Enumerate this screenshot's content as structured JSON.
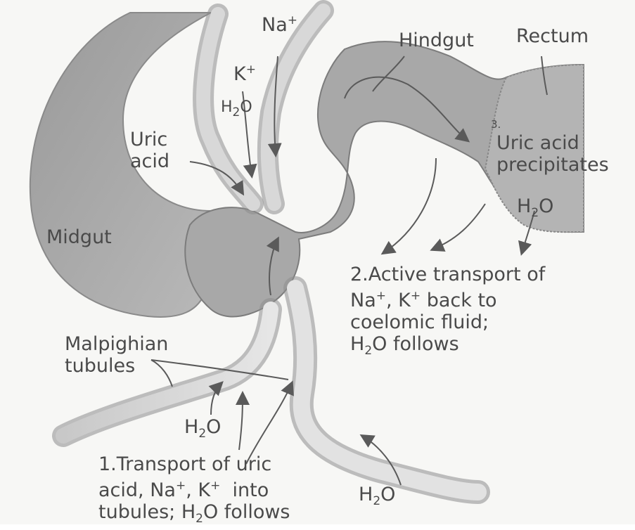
{
  "labels": {
    "na_base": "Na",
    "k_base": "K",
    "plus": "+",
    "h": "H",
    "two": "2",
    "o": "O",
    "comma_space": ", ",
    "uric_acid": "Uric\nacid",
    "hindgut": "Hindgut",
    "rectum": "Rectum",
    "step3_number": "3.",
    "uric_acid_precipitates": "Uric acid\nprecipitates",
    "midgut": "Midgut",
    "step2_line1": "2.Active transport of",
    "step2_line2_tail": " back to",
    "step2_line3": "coelomic fluid;",
    "follows_tail": " follows",
    "malpighian_tubules": "Malpighian\ntubules",
    "step1_line1": "1.Transport of uric",
    "step1_line2_head": "acid, ",
    "step1_line2_tail": "  into",
    "step1_line3_head": "tubules; "
  }
}
